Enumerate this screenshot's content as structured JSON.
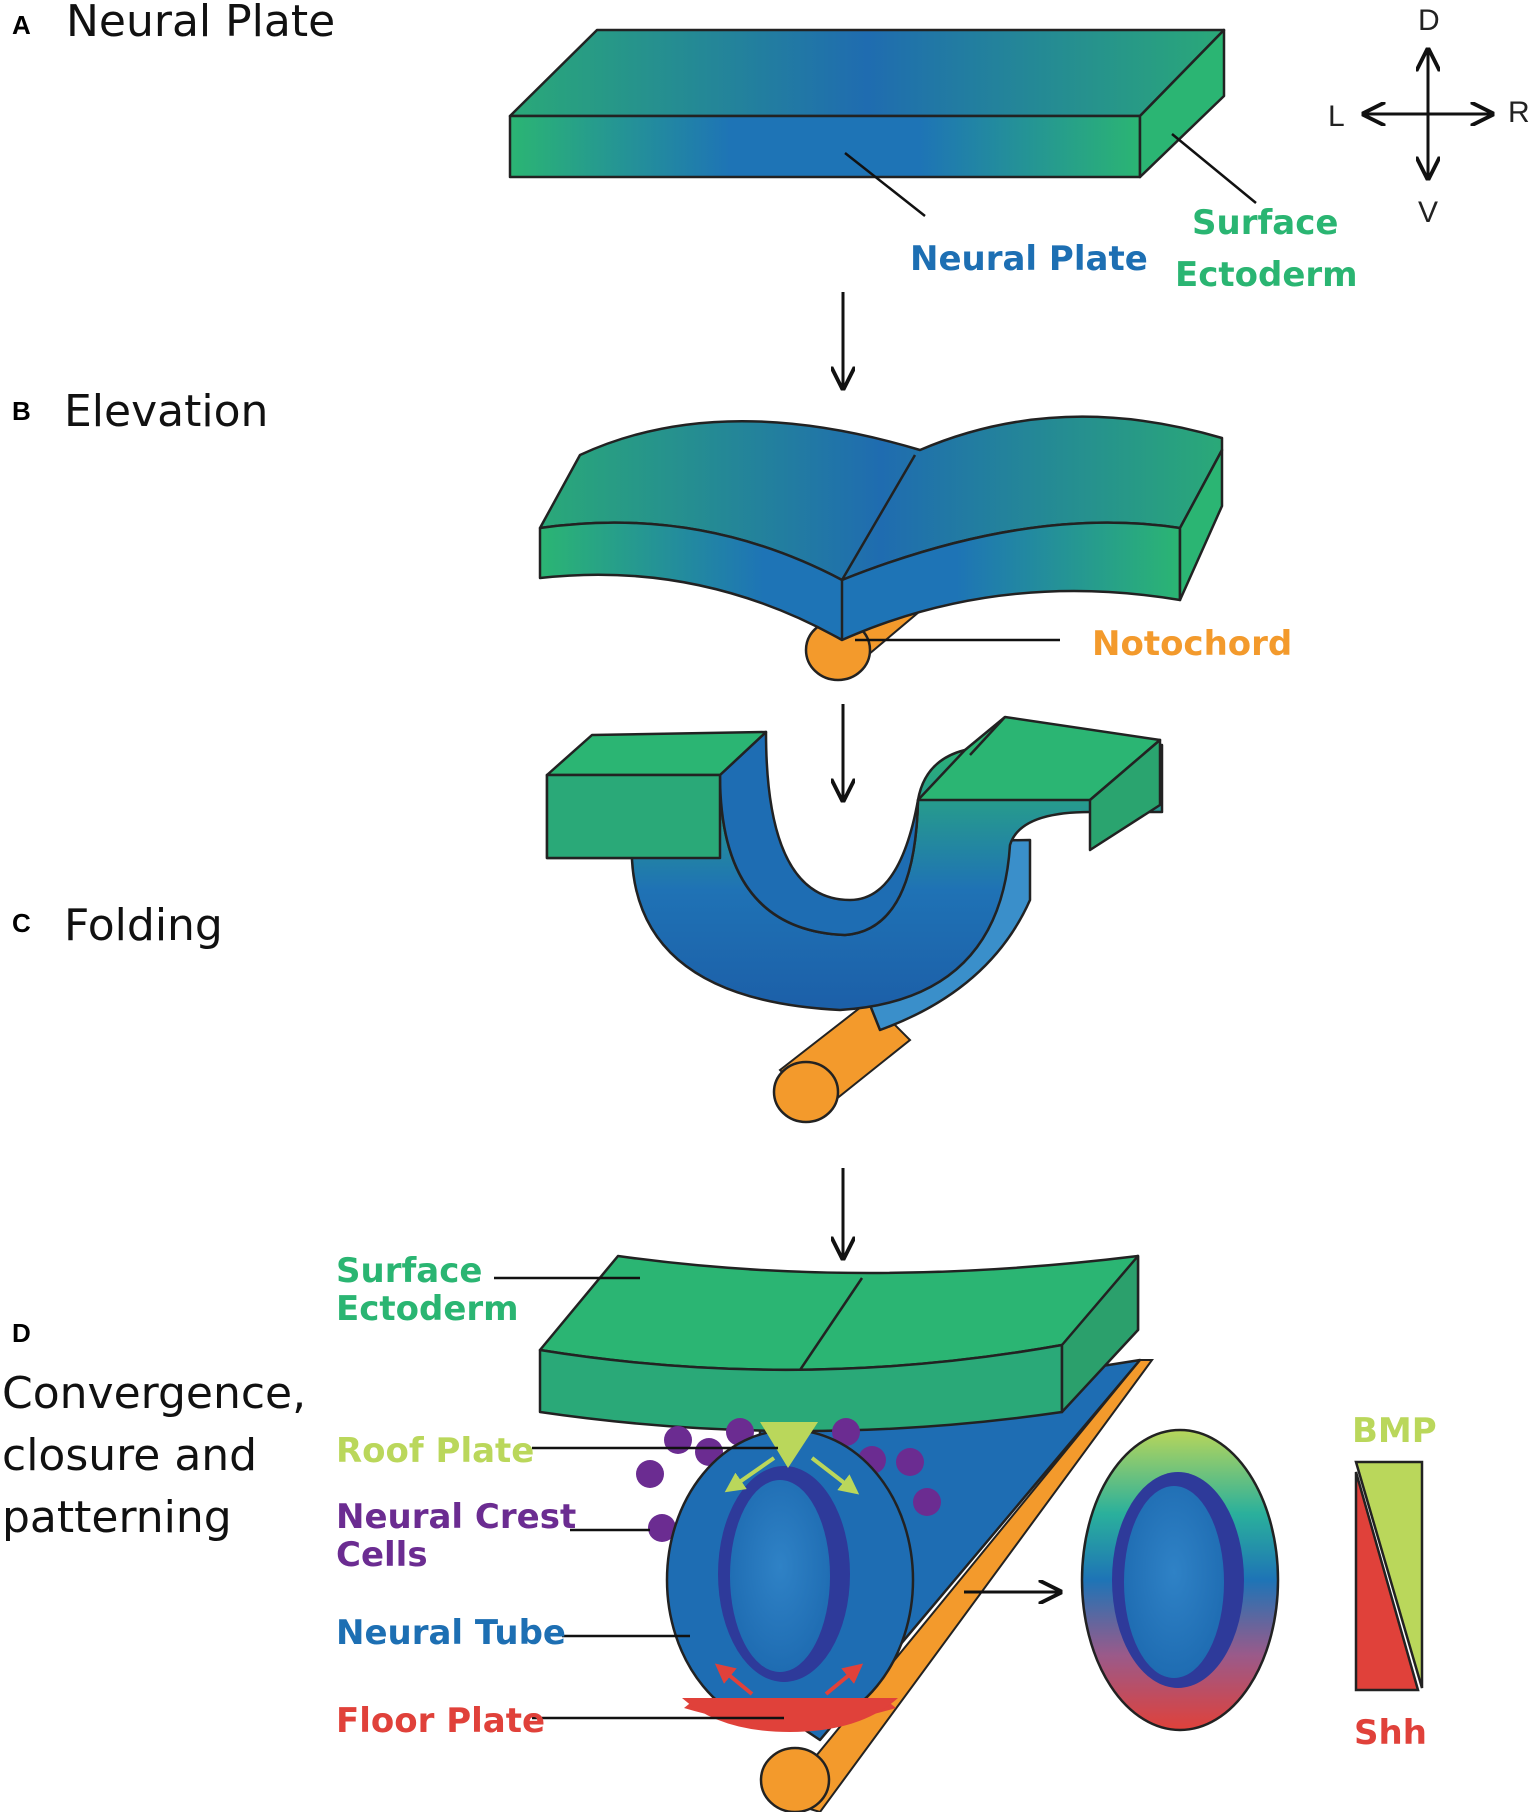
{
  "colors": {
    "green": "#2ab572",
    "blue": "#1d6fb3",
    "orange": "#f39a2c",
    "lime": "#bad75b",
    "purple": "#6b2c91",
    "red": "#e0413a"
  },
  "axes": {
    "dorsal": "D",
    "ventral": "V",
    "left": "L",
    "right": "R"
  },
  "panels": {
    "a": {
      "letter": "A",
      "title": "Neural Plate"
    },
    "b": {
      "letter": "B",
      "title": "Elevation"
    },
    "c": {
      "letter": "C",
      "title": "Folding"
    },
    "d": {
      "letter": "D",
      "title_lines": [
        "Convergence,",
        "closure and",
        "patterning"
      ]
    }
  },
  "labels": {
    "neural_plate": "Neural Plate",
    "surface_ectoderm_a": [
      "Surface",
      "Ectoderm"
    ],
    "notochord": "Notochord",
    "surface_ectoderm_d": [
      "Surface",
      "Ectoderm"
    ],
    "roof_plate": "Roof Plate",
    "neural_crest": [
      "Neural Crest",
      "Cells"
    ],
    "neural_tube": "Neural Tube",
    "floor_plate": "Floor Plate",
    "bmp": "BMP",
    "shh": "Shh"
  }
}
